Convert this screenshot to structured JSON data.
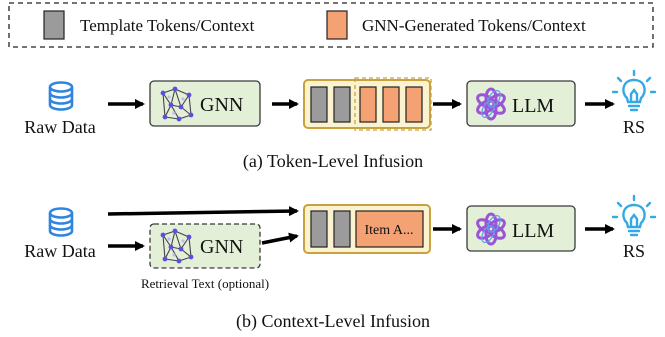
{
  "legend": {
    "template_label": "Template Tokens/Context",
    "gnn_label": "GNN-Generated Tokens/Context"
  },
  "colors": {
    "template_token": "#9b9b9b",
    "gnn_token": "#f4a274",
    "box_green": "#e3efd6",
    "box_yellow": "#fbf2d0",
    "box_border_yellow": "#c9a23f",
    "db_blue": "#2f86e0",
    "bulb_blue": "#34a9e3"
  },
  "panel_a": {
    "input_label": "Raw Data",
    "gnn_label": "GNN",
    "llm_label": "LLM",
    "output_label": "RS",
    "caption": "(a) Token-Level Infusion"
  },
  "panel_b": {
    "input_label": "Raw Data",
    "gnn_label": "GNN",
    "retrieval_note": "Retrieval Text (optional)",
    "item_text": "Item A...",
    "llm_label": "LLM",
    "output_label": "RS",
    "caption": "(b) Context-Level Infusion"
  },
  "icons": [
    "database-icon",
    "graph-network-icon",
    "llm-logo-icon",
    "lightbulb-icon"
  ]
}
